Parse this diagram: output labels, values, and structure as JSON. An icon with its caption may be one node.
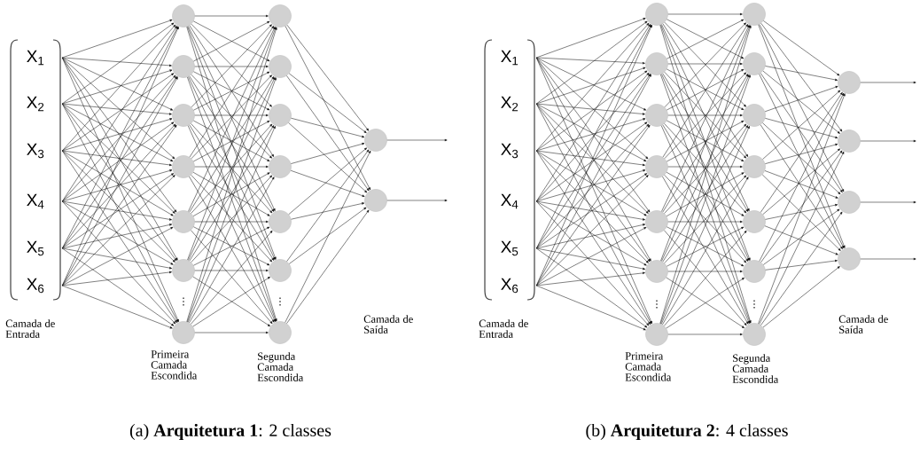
{
  "diagram": {
    "nodes": [
      {
        "text": [
          "X$_{1}$"
        ]
      },
      {
        "text": [
          "X$_{2}$"
        ]
      },
      {
        "text": [
          "X$_{3}$"
        ]
      },
      {
        "text": [
          "X$_{4}$"
        ]
      },
      {
        "text": [
          "X$_{5}$"
        ]
      },
      {
        "text": [
          "X$_{6}$"
        ]
      },
      {
        "text": [],
        "shape": "circle"
      },
      {
        "text": [],
        "shape": "circle"
      },
      {
        "text": [],
        "shape": "circle"
      },
      {
        "text": [],
        "shape": "circle"
      },
      {
        "text": [],
        "shape": "circle"
      },
      {
        "text": [],
        "shape": "circle"
      },
      {
        "text": [],
        "shape": "circle"
      },
      {
        "text": [],
        "shape": "circle"
      },
      {
        "text": [],
        "shape": "circle"
      },
      {
        "text": [],
        "shape": "circle"
      },
      {
        "text": [],
        "shape": "circle"
      },
      {
        "text": [],
        "shape": "circle"
      },
      {
        "text": [],
        "shape": "circle"
      },
      {
        "text": [],
        "shape": "circle"
      },
      {
        "text": [],
        "shape": "circle"
      },
      {
        "text": [],
        "shape": "circle"
      },
      {
        "text": [
          "X$_{1}$"
        ]
      },
      {
        "text": [
          "X$_{2}$"
        ]
      },
      {
        "text": [
          "X$_{3}$"
        ]
      },
      {
        "text": [
          "X$_{4}$"
        ]
      },
      {
        "text": [
          "X$_{5}$"
        ]
      },
      {
        "text": [
          "X$_{6}$"
        ]
      },
      {
        "text": [],
        "shape": "circle"
      },
      {
        "text": [],
        "shape": "circle"
      },
      {
        "text": [],
        "shape": "circle"
      },
      {
        "text": [],
        "shape": "circle"
      },
      {
        "text": [],
        "shape": "circle"
      },
      {
        "text": [],
        "shape": "circle"
      },
      {
        "text": [],
        "shape": "circle"
      },
      {
        "text": [],
        "shape": "circle"
      },
      {
        "text": [],
        "shape": "circle"
      },
      {
        "text": [],
        "shape": "circle"
      },
      {
        "text": [],
        "shape": "circle"
      },
      {
        "text": [],
        "shape": "circle"
      },
      {
        "text": [],
        "shape": "circle"
      },
      {
        "text": [],
        "shape": "circle"
      },
      {
        "text": [],
        "shape": "circle"
      },
      {
        "text": [],
        "shape": "circle"
      },
      {
        "text": [],
        "shape": "circle"
      },
      {
        "text": [],
        "shape": "circle"
      }
    ],
    "edges": [
      {
        "from": 0,
        "to": 6,
        "arrow": "to"
      },
      {
        "from": 0,
        "to": 7,
        "arrow": "to"
      },
      {
        "from": 0,
        "to": 8,
        "arrow": "to"
      },
      {
        "from": 0,
        "to": 9,
        "arrow": "to"
      },
      {
        "from": 0,
        "to": 10,
        "arrow": "to"
      },
      {
        "from": 0,
        "to": 11,
        "arrow": "to"
      },
      {
        "from": 0,
        "to": 12,
        "arrow": "to"
      },
      {
        "from": 1,
        "to": 6,
        "arrow": "to"
      },
      {
        "from": 1,
        "to": 7,
        "arrow": "to"
      },
      {
        "from": 1,
        "to": 8,
        "arrow": "to"
      },
      {
        "from": 1,
        "to": 9,
        "arrow": "to"
      },
      {
        "from": 1,
        "to": 10,
        "arrow": "to"
      },
      {
        "from": 1,
        "to": 11,
        "arrow": "to"
      },
      {
        "from": 1,
        "to": 12,
        "arrow": "to"
      },
      {
        "from": 2,
        "to": 6,
        "arrow": "to"
      },
      {
        "from": 2,
        "to": 7,
        "arrow": "to"
      },
      {
        "from": 2,
        "to": 8,
        "arrow": "to"
      },
      {
        "from": 2,
        "to": 9,
        "arrow": "to"
      },
      {
        "from": 2,
        "to": 10,
        "arrow": "to"
      },
      {
        "from": 2,
        "to": 11,
        "arrow": "to"
      },
      {
        "from": 2,
        "to": 12,
        "arrow": "to"
      },
      {
        "from": 3,
        "to": 6,
        "arrow": "to"
      },
      {
        "from": 3,
        "to": 7,
        "arrow": "to"
      },
      {
        "from": 3,
        "to": 8,
        "arrow": "to"
      },
      {
        "from": 3,
        "to": 9,
        "arrow": "to"
      },
      {
        "from": 3,
        "to": 10,
        "arrow": "to"
      },
      {
        "from": 3,
        "to": 11,
        "arrow": "to"
      },
      {
        "from": 3,
        "to": 12,
        "arrow": "to"
      },
      {
        "from": 4,
        "to": 6,
        "arrow": "to"
      },
      {
        "from": 4,
        "to": 7,
        "arrow": "to"
      },
      {
        "from": 4,
        "to": 8,
        "arrow": "to"
      },
      {
        "from": 4,
        "to": 9,
        "arrow": "to"
      },
      {
        "from": 4,
        "to": 10,
        "arrow": "to"
      },
      {
        "from": 4,
        "to": 11,
        "arrow": "to"
      },
      {
        "from": 4,
        "to": 12,
        "arrow": "to"
      },
      {
        "from": 5,
        "to": 6,
        "arrow": "to"
      },
      {
        "from": 5,
        "to": 7,
        "arrow": "to"
      },
      {
        "from": 5,
        "to": 8,
        "arrow": "to"
      },
      {
        "from": 5,
        "to": 9,
        "arrow": "to"
      },
      {
        "from": 5,
        "to": 10,
        "arrow": "to"
      },
      {
        "from": 5,
        "to": 11,
        "arrow": "to"
      },
      {
        "from": 5,
        "to": 12,
        "arrow": "to"
      },
      {
        "from": 6,
        "to": 13,
        "arrow": "to"
      },
      {
        "from": 6,
        "to": 14,
        "arrow": "to"
      },
      {
        "from": 6,
        "to": 15,
        "arrow": "to"
      },
      {
        "from": 6,
        "to": 16,
        "arrow": "to"
      },
      {
        "from": 6,
        "to": 17,
        "arrow": "to"
      },
      {
        "from": 6,
        "to": 18,
        "arrow": "to"
      },
      {
        "from": 6,
        "to": 19,
        "arrow": "to"
      },
      {
        "from": 7,
        "to": 13,
        "arrow": "to"
      },
      {
        "from": 7,
        "to": 14,
        "arrow": "to"
      },
      {
        "from": 7,
        "to": 15,
        "arrow": "to"
      },
      {
        "from": 7,
        "to": 16,
        "arrow": "to"
      },
      {
        "from": 7,
        "to": 17,
        "arrow": "to"
      },
      {
        "from": 7,
        "to": 18,
        "arrow": "to"
      },
      {
        "from": 7,
        "to": 19,
        "arrow": "to"
      },
      {
        "from": 8,
        "to": 13,
        "arrow": "to"
      },
      {
        "from": 8,
        "to": 14,
        "arrow": "to"
      },
      {
        "from": 8,
        "to": 15,
        "arrow": "to"
      },
      {
        "from": 8,
        "to": 16,
        "arrow": "to"
      },
      {
        "from": 8,
        "to": 17,
        "arrow": "to"
      },
      {
        "from": 8,
        "to": 18,
        "arrow": "to"
      },
      {
        "from": 8,
        "to": 19,
        "arrow": "to"
      },
      {
        "from": 9,
        "to": 13,
        "arrow": "to"
      },
      {
        "from": 9,
        "to": 14,
        "arrow": "to"
      },
      {
        "from": 9,
        "to": 15,
        "arrow": "to"
      },
      {
        "from": 9,
        "to": 16,
        "arrow": "to"
      },
      {
        "from": 9,
        "to": 17,
        "arrow": "to"
      },
      {
        "from": 9,
        "to": 18,
        "arrow": "to"
      },
      {
        "from": 9,
        "to": 19,
        "arrow": "to"
      },
      {
        "from": 10,
        "to": 13,
        "arrow": "to"
      },
      {
        "from": 10,
        "to": 14,
        "arrow": "to"
      },
      {
        "from": 10,
        "to": 15,
        "arrow": "to"
      },
      {
        "from": 10,
        "to": 16,
        "arrow": "to"
      },
      {
        "from": 10,
        "to": 17,
        "arrow": "to"
      },
      {
        "from": 10,
        "to": 18,
        "arrow": "to"
      },
      {
        "from": 10,
        "to": 19,
        "arrow": "to"
      },
      {
        "from": 11,
        "to": 13,
        "arrow": "to"
      },
      {
        "from": 11,
        "to": 14,
        "arrow": "to"
      },
      {
        "from": 11,
        "to": 15,
        "arrow": "to"
      },
      {
        "from": 11,
        "to": 16,
        "arrow": "to"
      },
      {
        "from": 11,
        "to": 17,
        "arrow": "to"
      },
      {
        "from": 11,
        "to": 18,
        "arrow": "to"
      },
      {
        "from": 11,
        "to": 19,
        "arrow": "to"
      },
      {
        "from": 12,
        "to": 13,
        "arrow": "to"
      },
      {
        "from": 12,
        "to": 14,
        "arrow": "to"
      },
      {
        "from": 12,
        "to": 15,
        "arrow": "to"
      },
      {
        "from": 12,
        "to": 16,
        "arrow": "to"
      },
      {
        "from": 12,
        "to": 17,
        "arrow": "to"
      },
      {
        "from": 12,
        "to": 18,
        "arrow": "to"
      },
      {
        "from": 12,
        "to": 19,
        "arrow": "to"
      },
      {
        "from": 13,
        "to": 20,
        "arrow": "to"
      },
      {
        "from": 13,
        "to": 21,
        "arrow": "to"
      },
      {
        "from": 14,
        "to": 20,
        "arrow": "to"
      },
      {
        "from": 14,
        "to": 21,
        "arrow": "to"
      },
      {
        "from": 15,
        "to": 20,
        "arrow": "to"
      },
      {
        "from": 15,
        "to": 21,
        "arrow": "to"
      },
      {
        "from": 16,
        "to": 20,
        "arrow": "to"
      },
      {
        "from": 16,
        "to": 21,
        "arrow": "to"
      },
      {
        "from": 17,
        "to": 20,
        "arrow": "to"
      },
      {
        "from": 17,
        "to": 21,
        "arrow": "to"
      },
      {
        "from": 18,
        "to": 20,
        "arrow": "to"
      },
      {
        "from": 18,
        "to": 21,
        "arrow": "to"
      },
      {
        "from": 19,
        "to": 20,
        "arrow": "to"
      },
      {
        "from": 19,
        "to": 21,
        "arrow": "to"
      },
      {
        "from": 20,
        "to": null,
        "arrow": "to"
      },
      {
        "from": 21,
        "to": null,
        "arrow": "to"
      },
      {
        "from": 22,
        "to": 28,
        "arrow": "to"
      },
      {
        "from": 22,
        "to": 29,
        "arrow": "to"
      },
      {
        "from": 22,
        "to": 30,
        "arrow": "to"
      },
      {
        "from": 22,
        "to": 31,
        "arrow": "to"
      },
      {
        "from": 22,
        "to": 32,
        "arrow": "to"
      },
      {
        "from": 22,
        "to": 33,
        "arrow": "to"
      },
      {
        "from": 22,
        "to": 34,
        "arrow": "to"
      },
      {
        "from": 23,
        "to": 28,
        "arrow": "to"
      },
      {
        "from": 23,
        "to": 29,
        "arrow": "to"
      },
      {
        "from": 23,
        "to": 30,
        "arrow": "to"
      },
      {
        "from": 23,
        "to": 31,
        "arrow": "to"
      },
      {
        "from": 23,
        "to": 32,
        "arrow": "to"
      },
      {
        "from": 23,
        "to": 33,
        "arrow": "to"
      },
      {
        "from": 23,
        "to": 34,
        "arrow": "to"
      },
      {
        "from": 24,
        "to": 28,
        "arrow": "to"
      },
      {
        "from": 24,
        "to": 29,
        "arrow": "to"
      },
      {
        "from": 24,
        "to": 30,
        "arrow": "to"
      },
      {
        "from": 24,
        "to": 31,
        "arrow": "to"
      },
      {
        "from": 24,
        "to": 32,
        "arrow": "to"
      },
      {
        "from": 24,
        "to": 33,
        "arrow": "to"
      },
      {
        "from": 24,
        "to": 34,
        "arrow": "to"
      },
      {
        "from": 25,
        "to": 28,
        "arrow": "to"
      },
      {
        "from": 25,
        "to": 29,
        "arrow": "to"
      },
      {
        "from": 25,
        "to": 30,
        "arrow": "to"
      },
      {
        "from": 25,
        "to": 31,
        "arrow": "to"
      },
      {
        "from": 25,
        "to": 32,
        "arrow": "to"
      },
      {
        "from": 25,
        "to": 33,
        "arrow": "to"
      },
      {
        "from": 25,
        "to": 34,
        "arrow": "to"
      },
      {
        "from": 26,
        "to": 28,
        "arrow": "to"
      },
      {
        "from": 26,
        "to": 29,
        "arrow": "to"
      },
      {
        "from": 26,
        "to": 30,
        "arrow": "to"
      },
      {
        "from": 26,
        "to": 31,
        "arrow": "to"
      },
      {
        "from": 26,
        "to": 32,
        "arrow": "to"
      },
      {
        "from": 26,
        "to": 33,
        "arrow": "to"
      },
      {
        "from": 26,
        "to": 34,
        "arrow": "to"
      },
      {
        "from": 27,
        "to": 28,
        "arrow": "to"
      },
      {
        "from": 27,
        "to": 29,
        "arrow": "to"
      },
      {
        "from": 27,
        "to": 30,
        "arrow": "to"
      },
      {
        "from": 27,
        "to": 31,
        "arrow": "to"
      },
      {
        "from": 27,
        "to": 32,
        "arrow": "to"
      },
      {
        "from": 27,
        "to": 33,
        "arrow": "to"
      },
      {
        "from": 27,
        "to": 34,
        "arrow": "to"
      },
      {
        "from": 28,
        "to": 35,
        "arrow": "to"
      },
      {
        "from": 28,
        "to": 36,
        "arrow": "to"
      },
      {
        "from": 28,
        "to": 37,
        "arrow": "to"
      },
      {
        "from": 28,
        "to": 38,
        "arrow": "to"
      },
      {
        "from": 28,
        "to": 39,
        "arrow": "to"
      },
      {
        "from": 28,
        "to": 40,
        "arrow": "to"
      },
      {
        "from": 28,
        "to": 41,
        "arrow": "to"
      },
      {
        "from": 29,
        "to": 35,
        "arrow": "to"
      },
      {
        "from": 29,
        "to": 36,
        "arrow": "to"
      },
      {
        "from": 29,
        "to": 37,
        "arrow": "to"
      },
      {
        "from": 29,
        "to": 38,
        "arrow": "to"
      },
      {
        "from": 29,
        "to": 39,
        "arrow": "to"
      },
      {
        "from": 29,
        "to": 40,
        "arrow": "to"
      },
      {
        "from": 29,
        "to": 41,
        "arrow": "to"
      },
      {
        "from": 30,
        "to": 35,
        "arrow": "to"
      },
      {
        "from": 30,
        "to": 36,
        "arrow": "to"
      },
      {
        "from": 30,
        "to": 37,
        "arrow": "to"
      },
      {
        "from": 30,
        "to": 38,
        "arrow": "to"
      },
      {
        "from": 30,
        "to": 39,
        "arrow": "to"
      },
      {
        "from": 30,
        "to": 40,
        "arrow": "to"
      },
      {
        "from": 30,
        "to": 41,
        "arrow": "to"
      },
      {
        "from": 31,
        "to": 35,
        "arrow": "to"
      },
      {
        "from": 31,
        "to": 36,
        "arrow": "to"
      },
      {
        "from": 31,
        "to": 37,
        "arrow": "to"
      },
      {
        "from": 31,
        "to": 38,
        "arrow": "to"
      },
      {
        "from": 31,
        "to": 39,
        "arrow": "to"
      },
      {
        "from": 31,
        "to": 40,
        "arrow": "to"
      },
      {
        "from": 31,
        "to": 41,
        "arrow": "to"
      },
      {
        "from": 32,
        "to": 35,
        "arrow": "to"
      },
      {
        "from": 32,
        "to": 36,
        "arrow": "to"
      },
      {
        "from": 32,
        "to": 37,
        "arrow": "to"
      },
      {
        "from": 32,
        "to": 38,
        "arrow": "to"
      },
      {
        "from": 32,
        "to": 39,
        "arrow": "to"
      },
      {
        "from": 32,
        "to": 40,
        "arrow": "to"
      },
      {
        "from": 32,
        "to": 41,
        "arrow": "to"
      },
      {
        "from": 33,
        "to": 35,
        "arrow": "to"
      },
      {
        "from": 33,
        "to": 36,
        "arrow": "to"
      },
      {
        "from": 33,
        "to": 37,
        "arrow": "to"
      },
      {
        "from": 33,
        "to": 38,
        "arrow": "to"
      },
      {
        "from": 33,
        "to": 39,
        "arrow": "to"
      },
      {
        "from": 33,
        "to": 40,
        "arrow": "to"
      },
      {
        "from": 33,
        "to": 41,
        "arrow": "to"
      },
      {
        "from": 34,
        "to": 35,
        "arrow": "to"
      },
      {
        "from": 34,
        "to": 36,
        "arrow": "to"
      },
      {
        "from": 34,
        "to": 37,
        "arrow": "to"
      },
      {
        "from": 34,
        "to": 38,
        "arrow": "to"
      },
      {
        "from": 34,
        "to": 39,
        "arrow": "to"
      },
      {
        "from": 34,
        "to": 40,
        "arrow": "to"
      },
      {
        "from": 34,
        "to": 41,
        "arrow": "to"
      },
      {
        "from": 35,
        "to": 42,
        "arrow": "to"
      },
      {
        "from": 35,
        "to": 43,
        "arrow": "to"
      },
      {
        "from": 35,
        "to": 44,
        "arrow": "to"
      },
      {
        "from": 35,
        "to": 45,
        "arrow": "to"
      },
      {
        "from": 36,
        "to": 42,
        "arrow": "to"
      },
      {
        "from": 36,
        "to": 43,
        "arrow": "to"
      },
      {
        "from": 36,
        "to": 44,
        "arrow": "to"
      },
      {
        "from": 36,
        "to": 45,
        "arrow": "to"
      },
      {
        "from": 37,
        "to": 42,
        "arrow": "to"
      },
      {
        "from": 37,
        "to": 43,
        "arrow": "to"
      },
      {
        "from": 37,
        "to": 44,
        "arrow": "to"
      },
      {
        "from": 37,
        "to": 45,
        "arrow": "to"
      },
      {
        "from": 38,
        "to": 42,
        "arrow": "to"
      },
      {
        "from": 38,
        "to": 43,
        "arrow": "to"
      },
      {
        "from": 38,
        "to": 44,
        "arrow": "to"
      },
      {
        "from": 38,
        "to": 45,
        "arrow": "to"
      },
      {
        "from": 39,
        "to": 42,
        "arrow": "to"
      },
      {
        "from": 39,
        "to": 43,
        "arrow": "to"
      },
      {
        "from": 39,
        "to": 44,
        "arrow": "to"
      },
      {
        "from": 39,
        "to": 45,
        "arrow": "to"
      },
      {
        "from": 40,
        "to": 42,
        "arrow": "to"
      },
      {
        "from": 40,
        "to": 43,
        "arrow": "to"
      },
      {
        "from": 40,
        "to": 44,
        "arrow": "to"
      },
      {
        "from": 40,
        "to": 45,
        "arrow": "to"
      },
      {
        "from": 41,
        "to": 42,
        "arrow": "to"
      },
      {
        "from": 41,
        "to": 43,
        "arrow": "to"
      },
      {
        "from": 41,
        "to": 44,
        "arrow": "to"
      },
      {
        "from": 41,
        "to": 45,
        "arrow": "to"
      },
      {
        "from": 42,
        "to": null,
        "arrow": "to"
      },
      {
        "from": 43,
        "to": null,
        "arrow": "to"
      },
      {
        "from": 44,
        "to": null,
        "arrow": "to"
      },
      {
        "from": 45,
        "to": null,
        "arrow": "to"
      }
    ],
    "labels": [
      "⋮",
      "⋮",
      "Camada de Entrada",
      "Camada de Saída",
      "Primeira Camada Escondida",
      "Segunda Camada Escondida",
      "⋮",
      "⋮",
      "Camada de Entrada",
      "Camada de Saída",
      "Primeira Camada Escondida",
      "Segunda Camada Escondida",
      "(a) **Arquitetura 1**: 2 classes",
      "(b) **Arquitetura 2**: 4 classes"
    ]
  }
}
